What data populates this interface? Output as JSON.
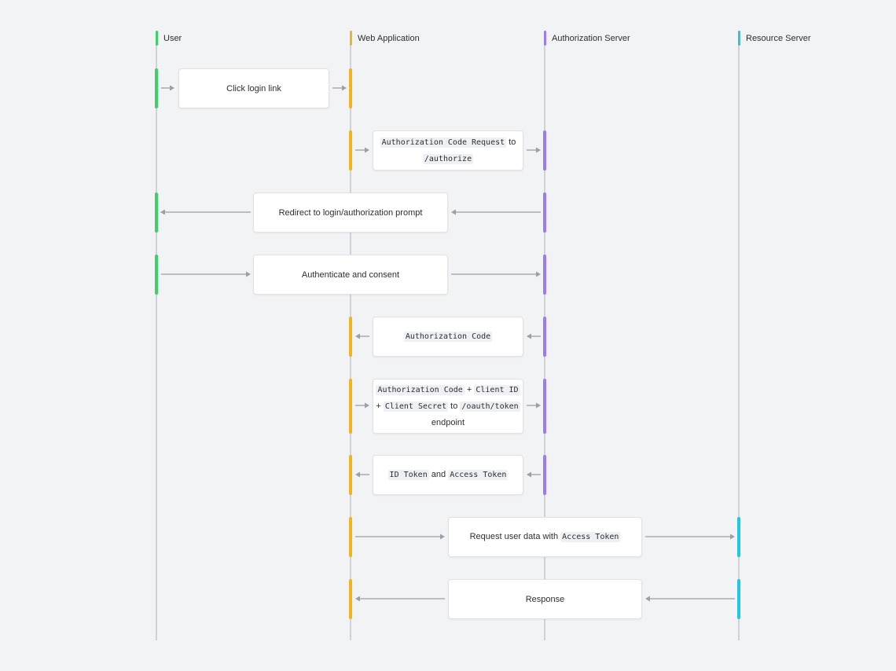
{
  "lanes": [
    {
      "name": "User",
      "color": "#3ecf6a"
    },
    {
      "name": "Web Application",
      "color": "#f0b41e"
    },
    {
      "name": "Authorization Server",
      "color": "#9b7bf0"
    },
    {
      "name": "Resource Server",
      "color": "#22c7e0"
    }
  ],
  "messages": [
    {
      "from": "User",
      "to": "Web Application",
      "parts": [
        {
          "t": "Click login link"
        }
      ]
    },
    {
      "from": "Web Application",
      "to": "Authorization Server",
      "parts": [
        {
          "code": "Authorization Code Request"
        },
        {
          "t": " to "
        },
        {
          "br": true
        },
        {
          "code": "/authorize"
        }
      ]
    },
    {
      "from": "Authorization Server",
      "to": "User",
      "parts": [
        {
          "t": "Redirect to login/authorization prompt"
        }
      ]
    },
    {
      "from": "User",
      "to": "Authorization Server",
      "parts": [
        {
          "t": "Authenticate and consent"
        }
      ]
    },
    {
      "from": "Authorization Server",
      "to": "Web Application",
      "parts": [
        {
          "code": "Authorization Code"
        }
      ]
    },
    {
      "from": "Web Application",
      "to": "Authorization Server",
      "parts": [
        {
          "code": "Authorization Code"
        },
        {
          "t": " + "
        },
        {
          "code": "Client ID"
        },
        {
          "br": true
        },
        {
          "t": "+ "
        },
        {
          "code": "Client Secret"
        },
        {
          "t": " to "
        },
        {
          "code": "/oauth/token"
        },
        {
          "br": true
        },
        {
          "t": "endpoint"
        }
      ]
    },
    {
      "from": "Authorization Server",
      "to": "Web Application",
      "parts": [
        {
          "code": "ID Token"
        },
        {
          "t": " and "
        },
        {
          "code": "Access Token"
        }
      ]
    },
    {
      "from": "Web Application",
      "to": "Resource Server",
      "parts": [
        {
          "t": "Request user data with "
        },
        {
          "code": "Access Token"
        }
      ]
    },
    {
      "from": "Resource Server",
      "to": "Web Application",
      "parts": [
        {
          "t": "Response"
        }
      ]
    }
  ],
  "colors": {
    "lifeline": "#cfd2d7",
    "arrow": "#9aa0a8",
    "box_border": "#e0e2e6",
    "background": "#f2f3f5"
  }
}
